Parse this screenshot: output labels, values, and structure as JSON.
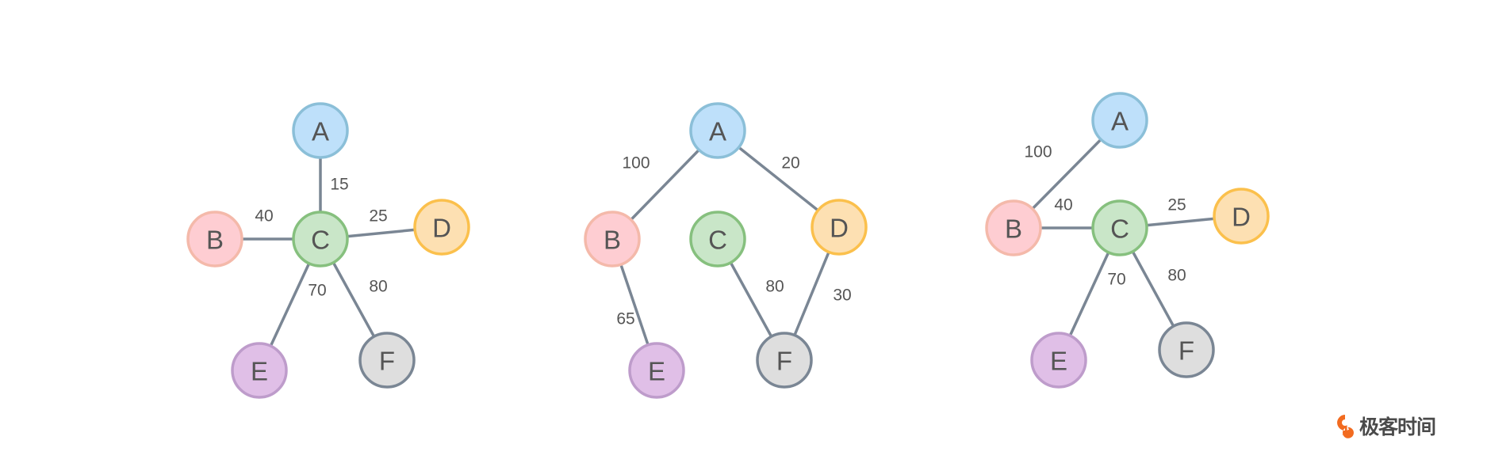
{
  "colors": {
    "edge": "#7a8694",
    "label_text": "#555555",
    "logo_orange": "#f26b20",
    "nodes": {
      "A": {
        "fill": "#bee0fa",
        "stroke": "#8bbfd8"
      },
      "B": {
        "fill": "#fecdd2",
        "stroke": "#f4b9aa"
      },
      "C": {
        "fill": "#c9e6c8",
        "stroke": "#86c07e"
      },
      "D": {
        "fill": "#fde0b2",
        "stroke": "#fbc04c"
      },
      "E": {
        "fill": "#e0bfe7",
        "stroke": "#be9ccb"
      },
      "F": {
        "fill": "#dedede",
        "stroke": "#7a8694"
      }
    }
  },
  "graphs": [
    {
      "name": "graph-1",
      "nodes": [
        "A",
        "B",
        "C",
        "D",
        "E",
        "F"
      ],
      "edges": [
        {
          "from": "A",
          "to": "C",
          "weight": "15"
        },
        {
          "from": "B",
          "to": "C",
          "weight": "40"
        },
        {
          "from": "C",
          "to": "D",
          "weight": "25"
        },
        {
          "from": "C",
          "to": "E",
          "weight": "70"
        },
        {
          "from": "C",
          "to": "F",
          "weight": "80"
        }
      ]
    },
    {
      "name": "graph-2",
      "nodes": [
        "A",
        "B",
        "C",
        "D",
        "E",
        "F"
      ],
      "edges": [
        {
          "from": "A",
          "to": "B",
          "weight": "100"
        },
        {
          "from": "A",
          "to": "D",
          "weight": "20"
        },
        {
          "from": "B",
          "to": "E",
          "weight": "65"
        },
        {
          "from": "C",
          "to": "F",
          "weight": "80"
        },
        {
          "from": "D",
          "to": "F",
          "weight": "30"
        }
      ]
    },
    {
      "name": "graph-3",
      "nodes": [
        "A",
        "B",
        "C",
        "D",
        "E",
        "F"
      ],
      "edges": [
        {
          "from": "A",
          "to": "B",
          "weight": "100"
        },
        {
          "from": "B",
          "to": "C",
          "weight": "40"
        },
        {
          "from": "C",
          "to": "D",
          "weight": "25"
        },
        {
          "from": "C",
          "to": "E",
          "weight": "70"
        },
        {
          "from": "C",
          "to": "F",
          "weight": "80"
        }
      ]
    }
  ],
  "logo": {
    "icon": "geektime-logo-icon",
    "text": "极客时间"
  }
}
